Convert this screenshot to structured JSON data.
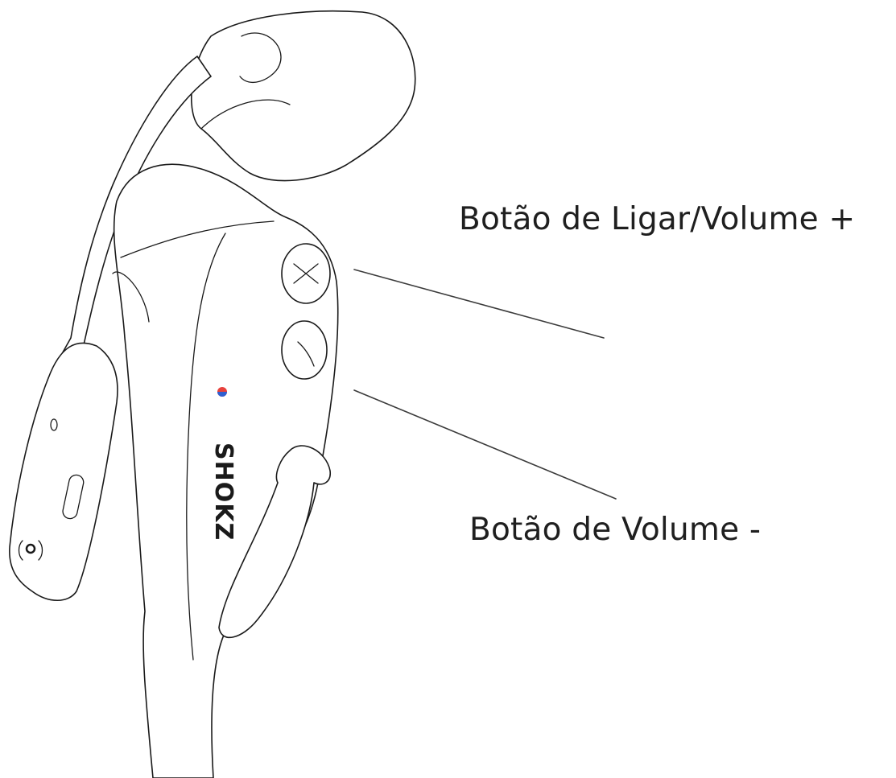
{
  "callouts": {
    "power_volume_up": "Botão de Ligar/Volume +",
    "volume_down": "Botão de Volume -"
  },
  "device": {
    "brand_logo_text": "SHOKZ"
  },
  "colors": {
    "line": "#1a1a1a",
    "led_red": "#e8413c",
    "led_blue": "#2f5fd0",
    "text": "#1f1f1f"
  },
  "icons": {
    "plus_button": "plus-icon",
    "minus_button": "minus-icon",
    "multifunction": "signal-waves-icon"
  }
}
